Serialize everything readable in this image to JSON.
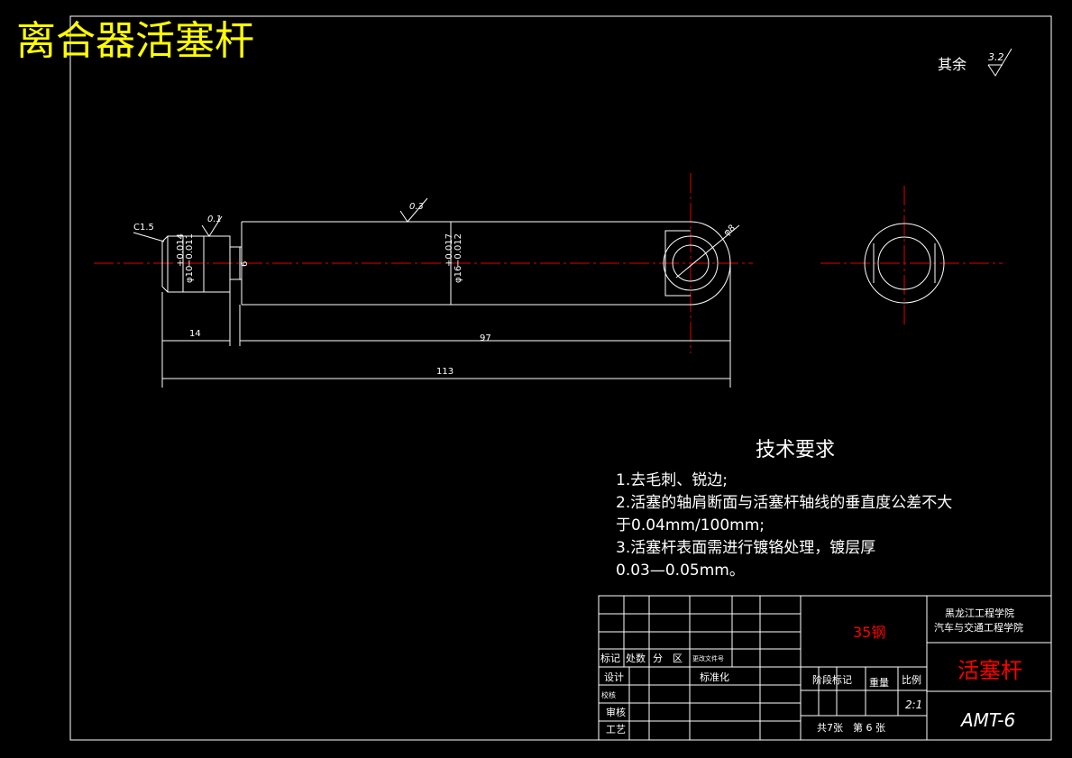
{
  "title": "离合器活塞杆",
  "roughness_note": {
    "label": "其余",
    "value": "3.2"
  },
  "drawing": {
    "chamfer": "C1.5",
    "rough_a": "0.1",
    "rough_b": "0.3",
    "dia_small": "φ10",
    "tol_small_upper": "+0.014",
    "tol_small_lower": "−0.011",
    "dia_large": "φ16",
    "tol_large_upper": "+0.017",
    "tol_large_lower": "−0.012",
    "slot_width": "6",
    "hole_dia": "φ8",
    "dim_14": "14",
    "dim_97": "97",
    "dim_113": "113"
  },
  "tech_req": {
    "heading": "技术要求",
    "lines": [
      "1.去毛刺、锐边;",
      "2.活塞的轴肩断面与活塞杆轴线的垂直度公差不大",
      "于0.04mm/100mm;",
      "3.活塞杆表面需进行镀铬处理，镀层厚",
      "0.03—0.05mm。"
    ]
  },
  "title_block": {
    "material": "35钢",
    "school_line1": "黑龙江工程学院",
    "school_line2": "汽车与交通工程学院",
    "part_name": "活塞杆",
    "drawing_no": "AMT-6",
    "row_labels": {
      "mark": "标记",
      "count": "处数",
      "zone": "分　区",
      "doc": "更改文件号",
      "design": "设计",
      "standard": "标准化",
      "checker": "校核",
      "review": "审核",
      "process": "工艺"
    },
    "stage_mark": "阶段标记",
    "weight": "重量",
    "scale_label": "比例",
    "scale": "2:1",
    "sheets": "共7张　第 6 张"
  },
  "colors": {
    "title": "#ffff00",
    "center": "#e00000",
    "line": "#ffffff",
    "material": "#ff0000"
  }
}
